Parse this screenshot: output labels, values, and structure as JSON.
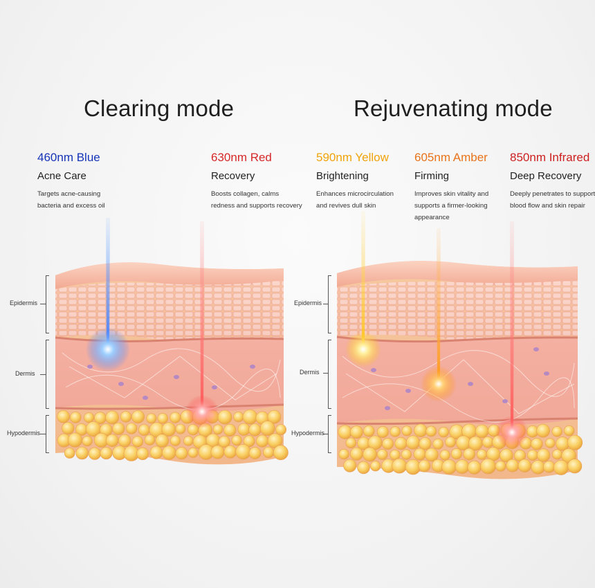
{
  "modes": [
    {
      "title": "Clearing mode",
      "lights": [
        {
          "wavelength": "460nm Blue",
          "benefit": "Acne Care",
          "desc": [
            "Targets acne-causing",
            "bacteria and excess oil"
          ],
          "color": "#1634b8"
        },
        {
          "wavelength": "630nm Red",
          "benefit": "Recovery",
          "desc": [
            "Boosts collagen, calms",
            "redness and supports recovery"
          ],
          "color": "#d62828"
        }
      ]
    },
    {
      "title": "Rejuvenating mode",
      "lights": [
        {
          "wavelength": "590nm Yellow",
          "benefit": "Brightening",
          "desc": [
            "Enhances microcirculation",
            "and revives dull skin"
          ],
          "color": "#f0a30a"
        },
        {
          "wavelength": "605nm Amber",
          "benefit": "Firming",
          "desc": [
            "Improves skin vitality and",
            "supports a firmer-looking",
            "appearance"
          ],
          "color": "#e8731a"
        },
        {
          "wavelength": "850nm Infrared",
          "benefit": "Deep Recovery",
          "desc": [
            "Deeply penetrates to support",
            "blood flow and skin repair"
          ],
          "color": "#cc1f1f"
        }
      ]
    }
  ],
  "layers": [
    "Epidermis",
    "Dermis",
    "Hypodermis"
  ],
  "colors": {
    "blue": "#1634b8",
    "red": "#d62828",
    "yellow": "#f0a30a",
    "amber": "#e8731a",
    "infrared": "#cc1f1f"
  }
}
